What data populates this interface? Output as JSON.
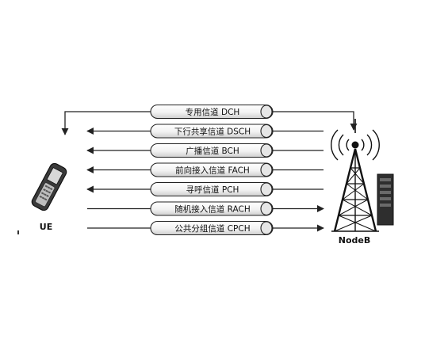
{
  "diagram": {
    "left_node": {
      "label": "UE",
      "icon": "mobile-phone-icon"
    },
    "right_node": {
      "label": "NodeB",
      "icon": "radio-tower-icon",
      "extra_icon": "base-station-cabinet-icon"
    },
    "channels": [
      {
        "label": "专用信道 DCH",
        "direction": "bidirectional"
      },
      {
        "label": "下行共享信道 DSCH",
        "direction": "to-ue"
      },
      {
        "label": "广播信道 BCH",
        "direction": "to-ue"
      },
      {
        "label": "前向接入信道 FACH",
        "direction": "to-ue"
      },
      {
        "label": "寻呼信道 PCH",
        "direction": "to-ue"
      },
      {
        "label": "随机接入信道 RACH",
        "direction": "to-nodeb"
      },
      {
        "label": "公共分组信道 CPCH",
        "direction": "to-nodeb"
      }
    ]
  }
}
